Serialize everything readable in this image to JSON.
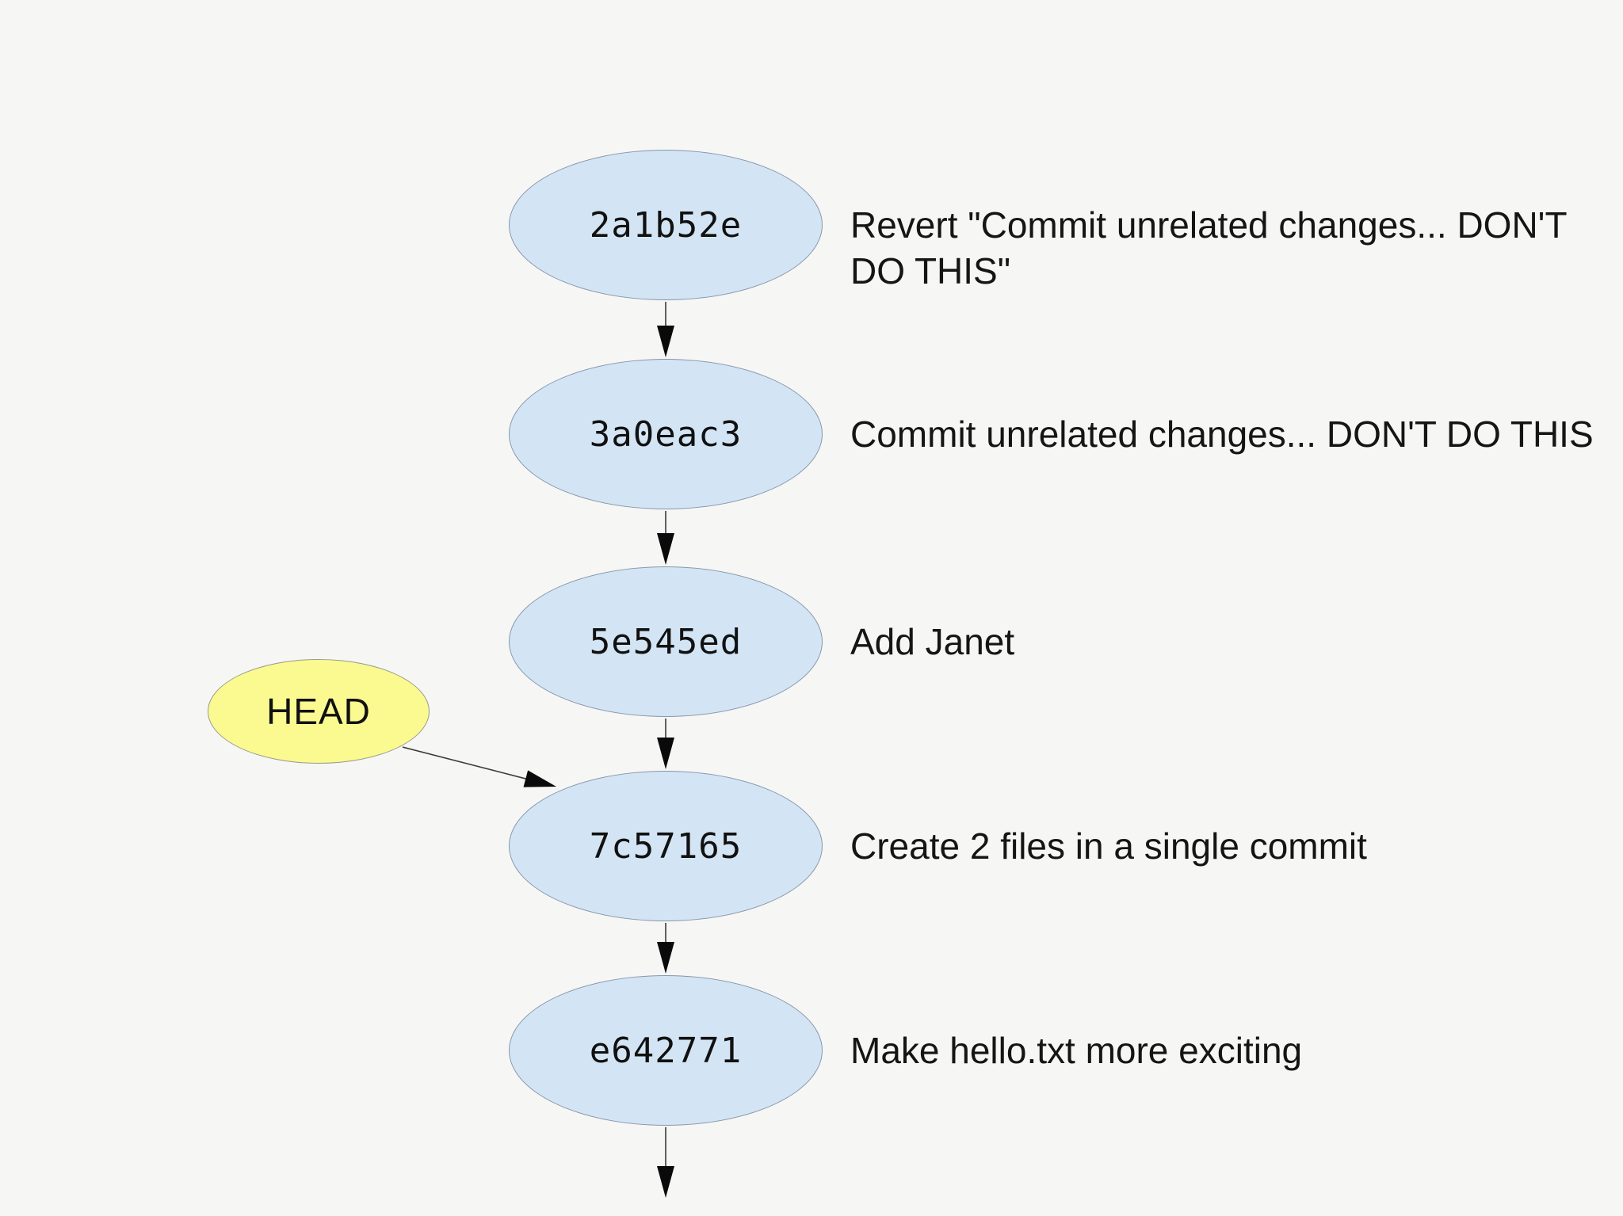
{
  "diagram": {
    "type": "git-commit-graph",
    "background_color": "#f6f6f5",
    "commit_node_fill": "#d3e5f4",
    "commit_node_border": "#8796ab",
    "head_node_fill": "#fafa90",
    "text_color": "#111111",
    "head": {
      "label": "HEAD"
    },
    "commits": [
      {
        "hash": "2a1b52e",
        "message": "Revert \"Commit unrelated changes... DON'T DO THIS\"",
        "message_lines": [
          "Revert \"Commit unrelated changes... DON'T",
          "DO THIS\""
        ]
      },
      {
        "hash": "3a0eac3",
        "message": "Commit unrelated changes... DON'T DO THIS",
        "message_lines": [
          "Commit unrelated changes... DON'T DO THIS"
        ]
      },
      {
        "hash": "5e545ed",
        "message": "Add Janet",
        "message_lines": [
          "Add Janet"
        ]
      },
      {
        "hash": "7c57165",
        "message": "Create 2 files in a single commit",
        "message_lines": [
          "Create 2 files in a single commit"
        ]
      },
      {
        "hash": "e642771",
        "message": "Make hello.txt more exciting",
        "message_lines": [
          "Make hello.txt more exciting"
        ]
      }
    ],
    "edges": [
      "2a1b52e -> 3a0eac3",
      "3a0eac3 -> 5e545ed",
      "5e545ed -> 7c57165",
      "7c57165 -> e642771",
      "e642771 -> (older commit, off screen)",
      "HEAD -> 7c57165"
    ]
  }
}
